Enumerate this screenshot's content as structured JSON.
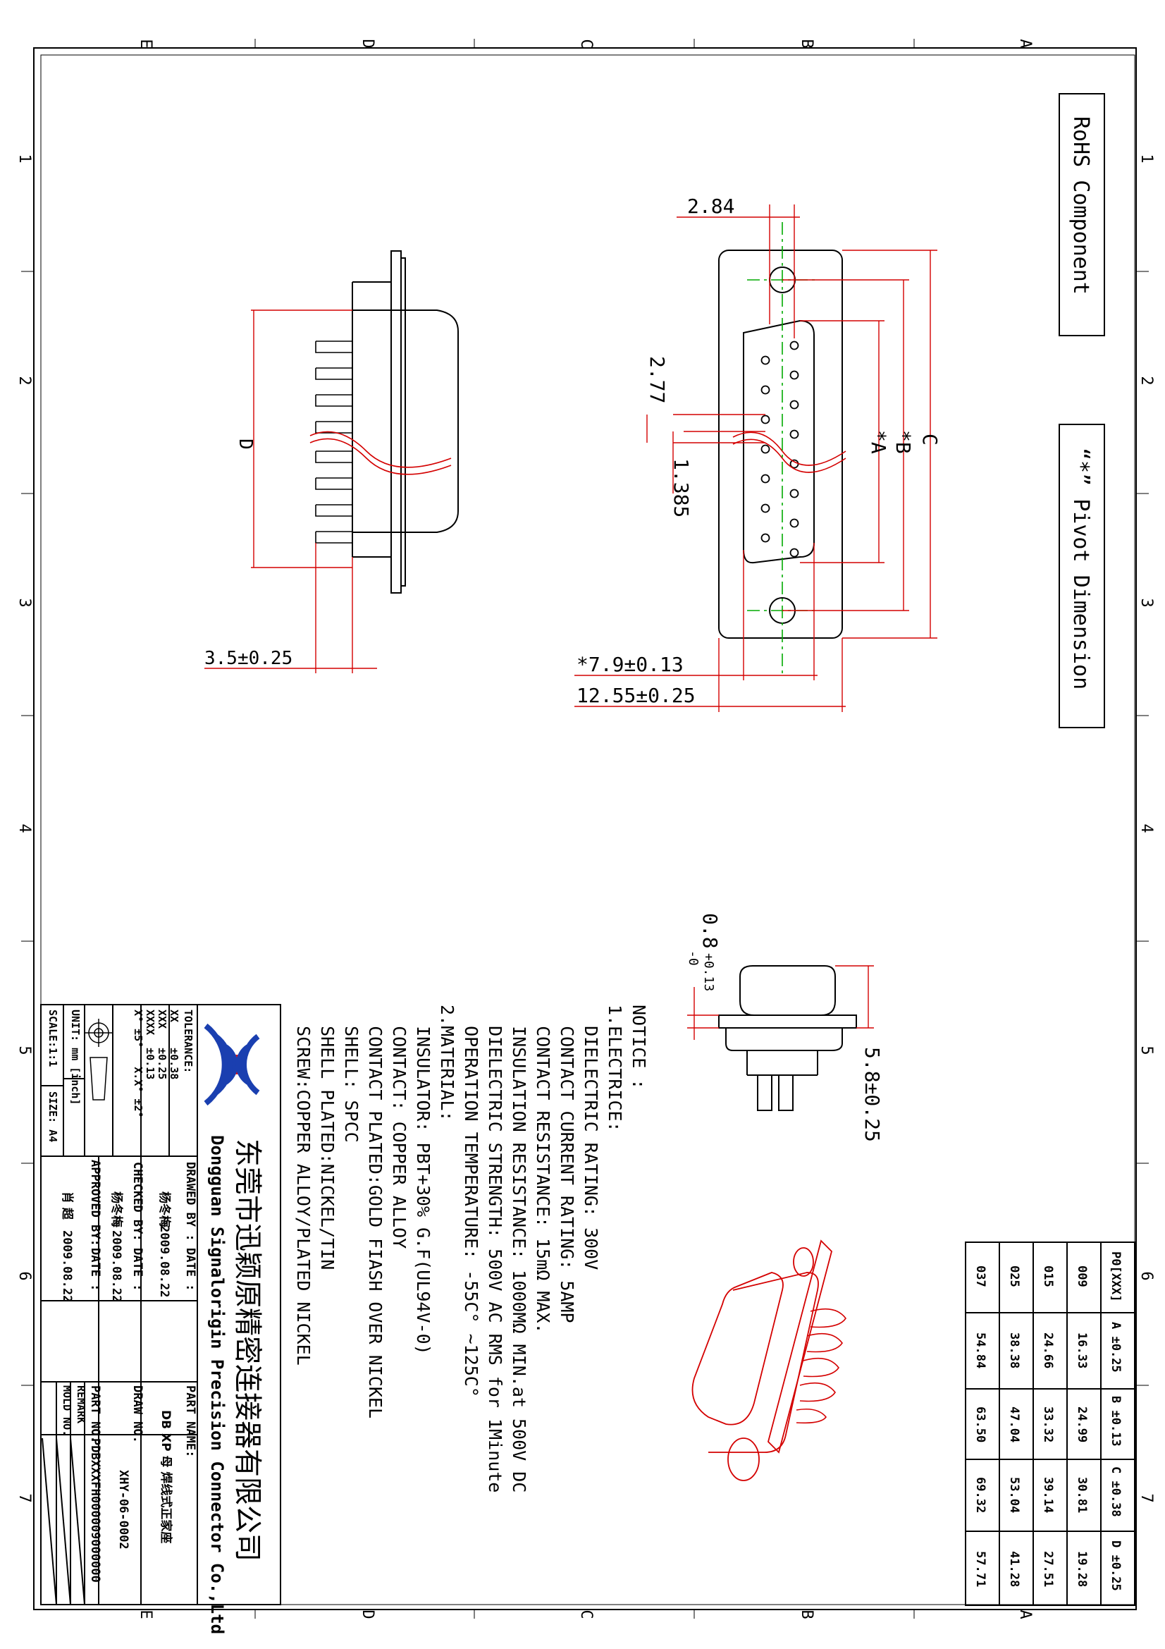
{
  "frame": {
    "row_letters": [
      "A",
      "B",
      "C",
      "D",
      "E"
    ],
    "column_numbers": [
      "1",
      "2",
      "3",
      "4",
      "5",
      "6",
      "7"
    ]
  },
  "boxes": {
    "rohs": "RoHS Component",
    "pivot": "“*” Pivot Dimension"
  },
  "dimensions": {
    "d_2_84": "2.84",
    "d_2_77": "2.77",
    "d_1_385": "1.385",
    "label_c": "C",
    "label_b": "*B",
    "label_a": "*A",
    "label_d": "D",
    "d_3_5": "3.5±0.25",
    "d_7_9": "*7.9±0.13",
    "d_12_55": "12.55±0.25",
    "d_0_8": "0.8",
    "d_0_8_tol_upper": "+0.13",
    "d_0_8_tol_lower": "-0",
    "d_5_8": "5.8±0.25"
  },
  "notice": {
    "title": "NOTICE :",
    "lines": [
      "1.ELECTRICE:",
      "  DIELECTRIC RATING: 300V",
      "  CONTACT CURRENT RATING: 5AMP",
      "  CONTACT RESISTANCE: 15mΩ MAX.",
      "  INSULATION RESISTANCE: 1000MΩ MIN.at 500V DC",
      "  DIELECTRIC STRENGTH: 500V AC RMS for 1Minute",
      "  OPERATION TEMPERATURE: -55C° ~125C°",
      "2.MATERIAL:",
      "  INSULATOR: PBT+30% G.F(UL94V-0)",
      "  CONTACT: COPPER ALLOY",
      "  CONTACT PLATED:GOLD FIASH OVER NICKEL",
      "  SHELL: SPCC",
      "  SHELL PLATED:NICKEL/TIN",
      "  SCREW:COPPER ALLOY/PLATED NICKEL"
    ]
  },
  "dimension_table": {
    "headers": [
      "P0[XXX]",
      "A ±0.25",
      "B ±0.13",
      "C ±0.38",
      "D ±0.25"
    ],
    "rows": [
      [
        "009",
        "16.33",
        "24.99",
        "30.81",
        "19.28"
      ],
      [
        "015",
        "24.66",
        "33.32",
        "39.14",
        "27.51"
      ],
      [
        "025",
        "38.38",
        "47.04",
        "53.04",
        "41.28"
      ],
      [
        "037",
        "54.84",
        "63.50",
        "69.32",
        "57.71"
      ]
    ]
  },
  "title_block": {
    "company_cn": "东莞市迅颖原精密连接器有限公司",
    "company_en": "Dongguan Signalorigin Precision Connector Co.,Ltd",
    "tolerance_label": "TOLERANCE:",
    "tol_xx": "XX    ±0.38",
    "tol_xxx": "XXX   ±0.25",
    "tol_xxxx": "XXXX  ±0.13",
    "tol_angle": "X° ±5°   X.X° ±2°",
    "unit": "UNIT: mm [inch]",
    "scale": "SCALE:1:1",
    "size": "SIZE: A4",
    "drawed_by_label": "DRAWED BY :",
    "drawed_by": "杨冬梅",
    "drawed_date_label": "DATE :",
    "drawed_date": "2009.08.22",
    "checked_by_label": "CHECKED BY:",
    "checked_by": "杨冬梅",
    "checked_date_label": "DATE :",
    "checked_date": "2009.08.22",
    "approved_by_label": "APPROVED BY:",
    "approved_by": "肖  超",
    "approved_date_label": "DATE :",
    "approved_date": "2009.08.22",
    "part_name_label": "PART NAME:",
    "part_name": "DB XP 母 焊线式正家座",
    "draw_no_label": "DRAW NO.",
    "draw_no": "XHY-06-0002",
    "part_no_label": "PART NO.",
    "part_no": "PDBXXXFH000009000000",
    "remark_label": "REMARK",
    "mold_no_label": "MOLD NO."
  },
  "colors": {
    "line": "#000000",
    "dimension": "#d40000",
    "centerline": "#00aa00",
    "logo": "#1a3fb0",
    "logo_dot": "#e01010"
  }
}
